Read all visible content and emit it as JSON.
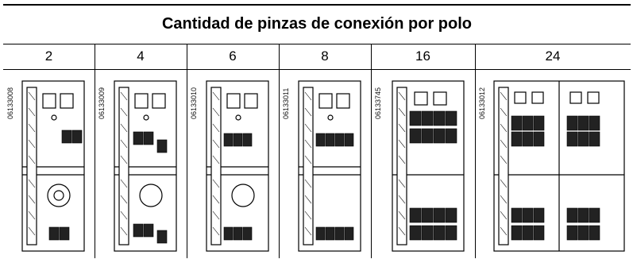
{
  "title": "Cantidad de pinzas de conexión por polo",
  "columns": [
    {
      "label": "2",
      "ref": "06133008"
    },
    {
      "label": "4",
      "ref": "06133009"
    },
    {
      "label": "6",
      "ref": "06133010"
    },
    {
      "label": "8",
      "ref": "06133011"
    },
    {
      "label": "16",
      "ref": "06133745"
    },
    {
      "label": "24",
      "ref": "06133012"
    }
  ]
}
